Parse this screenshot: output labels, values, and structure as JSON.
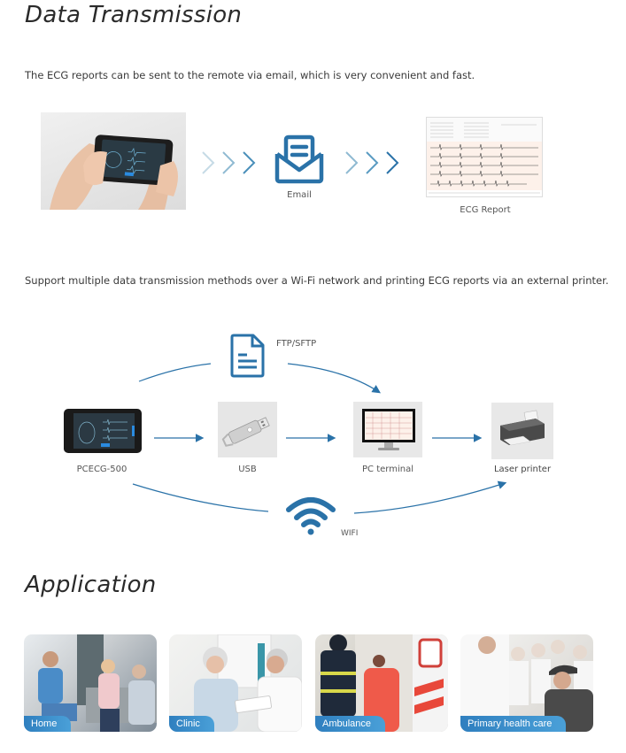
{
  "section1": {
    "title": "Data Transmission",
    "description": "The ECG reports can be sent to the remote via email, which is very convenient and fast.",
    "flow": {
      "email_label": "Email",
      "report_label": "ECG Report"
    }
  },
  "section2": {
    "description": "Support multiple data transmission methods over a Wi-Fi network and printing ECG reports via an external printer.",
    "diagram": {
      "ftp_label": "FTP/SFTP",
      "device_label": "PCECG-500",
      "usb_label": "USB",
      "pc_label": "PC terminal",
      "printer_label": "Laser printer",
      "wifi_label": "WIFI"
    }
  },
  "section3": {
    "title": "Application",
    "tiles": [
      {
        "label": "Home"
      },
      {
        "label": "Clinic"
      },
      {
        "label": "Ambulance"
      },
      {
        "label": "Primary health care"
      }
    ]
  },
  "colors": {
    "accent": "#2a72a8",
    "label_bg": "#3a8cc8"
  }
}
